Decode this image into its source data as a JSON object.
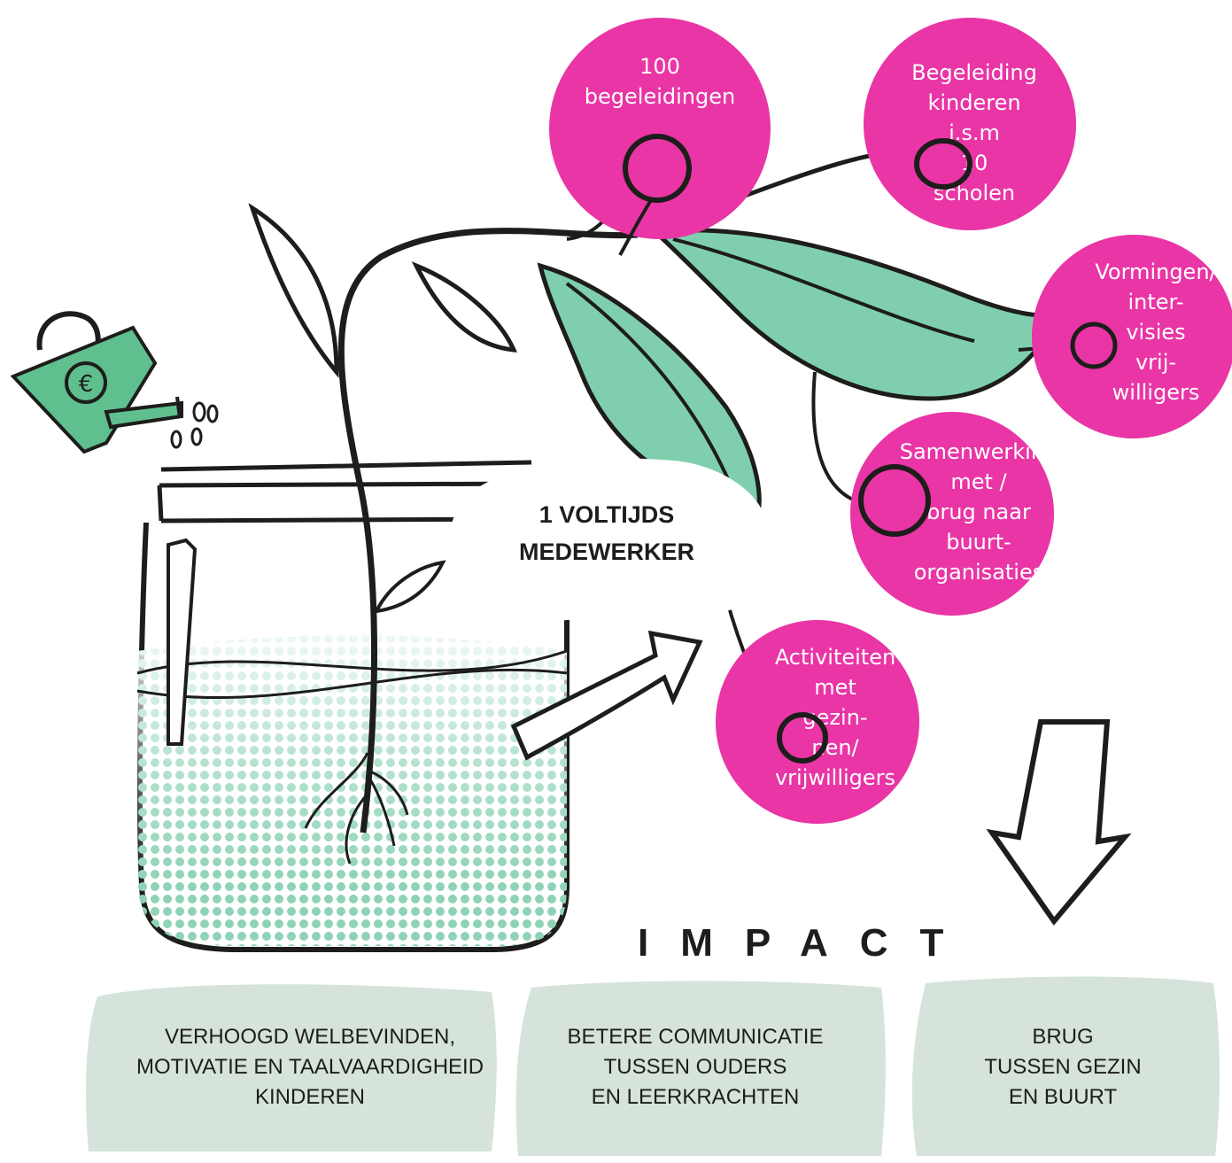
{
  "center_label": "1 VOLTIJDS\nMEDEWERKER",
  "bubbles": [
    {
      "text": "100\nbegeleidingen"
    },
    {
      "text": "Begeleiding\nkinderen\ni.s.m\n10\nscholen"
    },
    {
      "text": "Vormingen/\ninter-\nvisies\nvrij-\nwilligers"
    },
    {
      "text": "Samenwerking\nmet /\nbrug naar\nbuurt-\norganisaties"
    },
    {
      "text": "Activiteiten\nmet\ngezin-\nnen/\nvrijwilligers"
    }
  ],
  "impact": {
    "title": "IMPACT",
    "items": [
      {
        "text": "VERHOOGD WELBEVINDEN,\nMOTIVATIE EN TAALVAARDIGHEID\nKINDEREN"
      },
      {
        "text": "BETERE COMMUNICATIE\nTUSSEN OUDERS\nEN LEERKRACHTEN"
      },
      {
        "text": "BRUG\nTUSSEN GEZIN\nEN BUURT"
      }
    ]
  },
  "icons": {
    "watering_can": "watering-can-icon",
    "euro": "euro-icon"
  },
  "colors": {
    "bubble": "#e935a5",
    "leaf": "#7fcfae",
    "impact_box": "#d5e3db",
    "ink": "#1d1d1b",
    "water": "#9fdcc1"
  }
}
